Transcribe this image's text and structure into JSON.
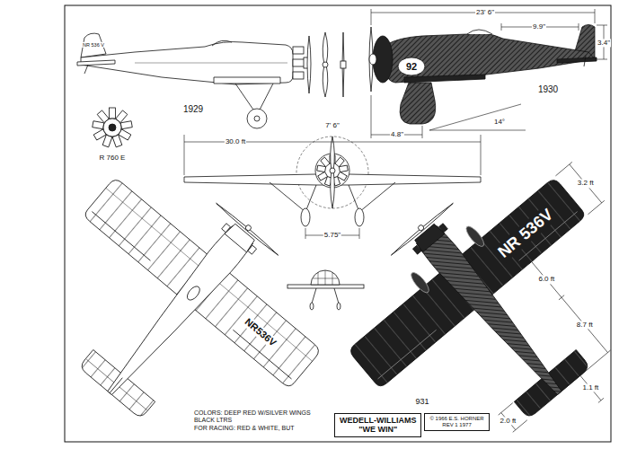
{
  "diagram": {
    "nodes": [
      {
        "text": [
          "WEDELL-WILLIAMS",
          "\"WE WIN\""
        ]
      },
      {
        "text": [
          "© 1966 E.S. HORNER",
          "REV 1 1977"
        ]
      }
    ],
    "labels": [
      "1929",
      "1930",
      "23' 6\"",
      "9.9\"",
      "3.4\"",
      "7' 6\"",
      "30.0 ft",
      "R 760 E",
      "4.8\"",
      "14°",
      "5.75\"",
      "92",
      "NR 536 V",
      "NR536V",
      "NR 536V",
      "3.2 ft",
      "6.0 ft",
      "8.7 ft",
      "2.0 ft",
      "1.1 ft",
      "COLORS: DEEP RED W/SILVER WINGS BLACK LTRS",
      "FOR RACING: RED & WHITE, BUT",
      "931"
    ]
  }
}
